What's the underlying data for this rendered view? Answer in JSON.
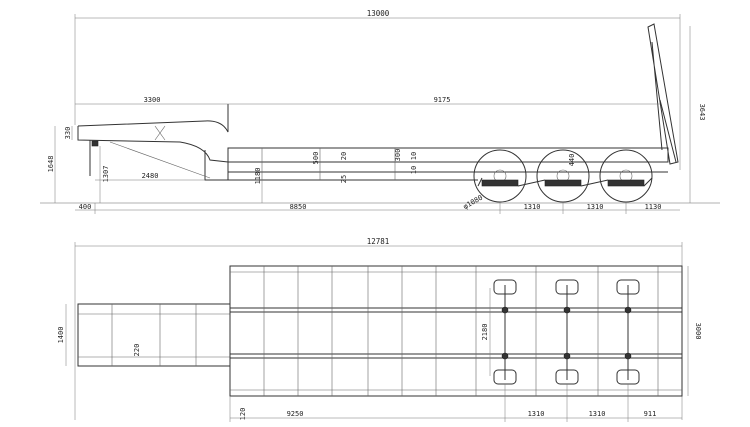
{
  "side_view": {
    "dims": {
      "overall_length": "13000",
      "gooseneck_length": "3300",
      "deck_length": "9175",
      "ramp_height": "3643",
      "gooseneck_height": "1648",
      "gooseneck_thickness": "330",
      "kingpin_height": "1307",
      "kingpin_distance": "2480",
      "deck_height": "1180",
      "beam_height_500": "500",
      "beam_flange_20": "20",
      "beam_web_25": "25",
      "beam_height_300": "300",
      "beam_flange_10a": "10",
      "beam_flange_10b": "10",
      "axle_spacing_440": "440",
      "tire_size": "φ1080",
      "front_overhang": "400",
      "deck_to_axle": "8850",
      "axle_spacing_1": "1310",
      "axle_spacing_2": "1310",
      "rear_overhang": "1130"
    }
  },
  "top_view": {
    "dims": {
      "overall_length": "12781",
      "neck_width": "1400",
      "neck_beam_width": "220",
      "axle_track": "2180",
      "overall_width": "3000",
      "front_offset": "120",
      "deck_to_axle": "9250",
      "axle_spacing_1": "1310",
      "axle_spacing_2": "1310",
      "rear_overhang": "911"
    }
  }
}
